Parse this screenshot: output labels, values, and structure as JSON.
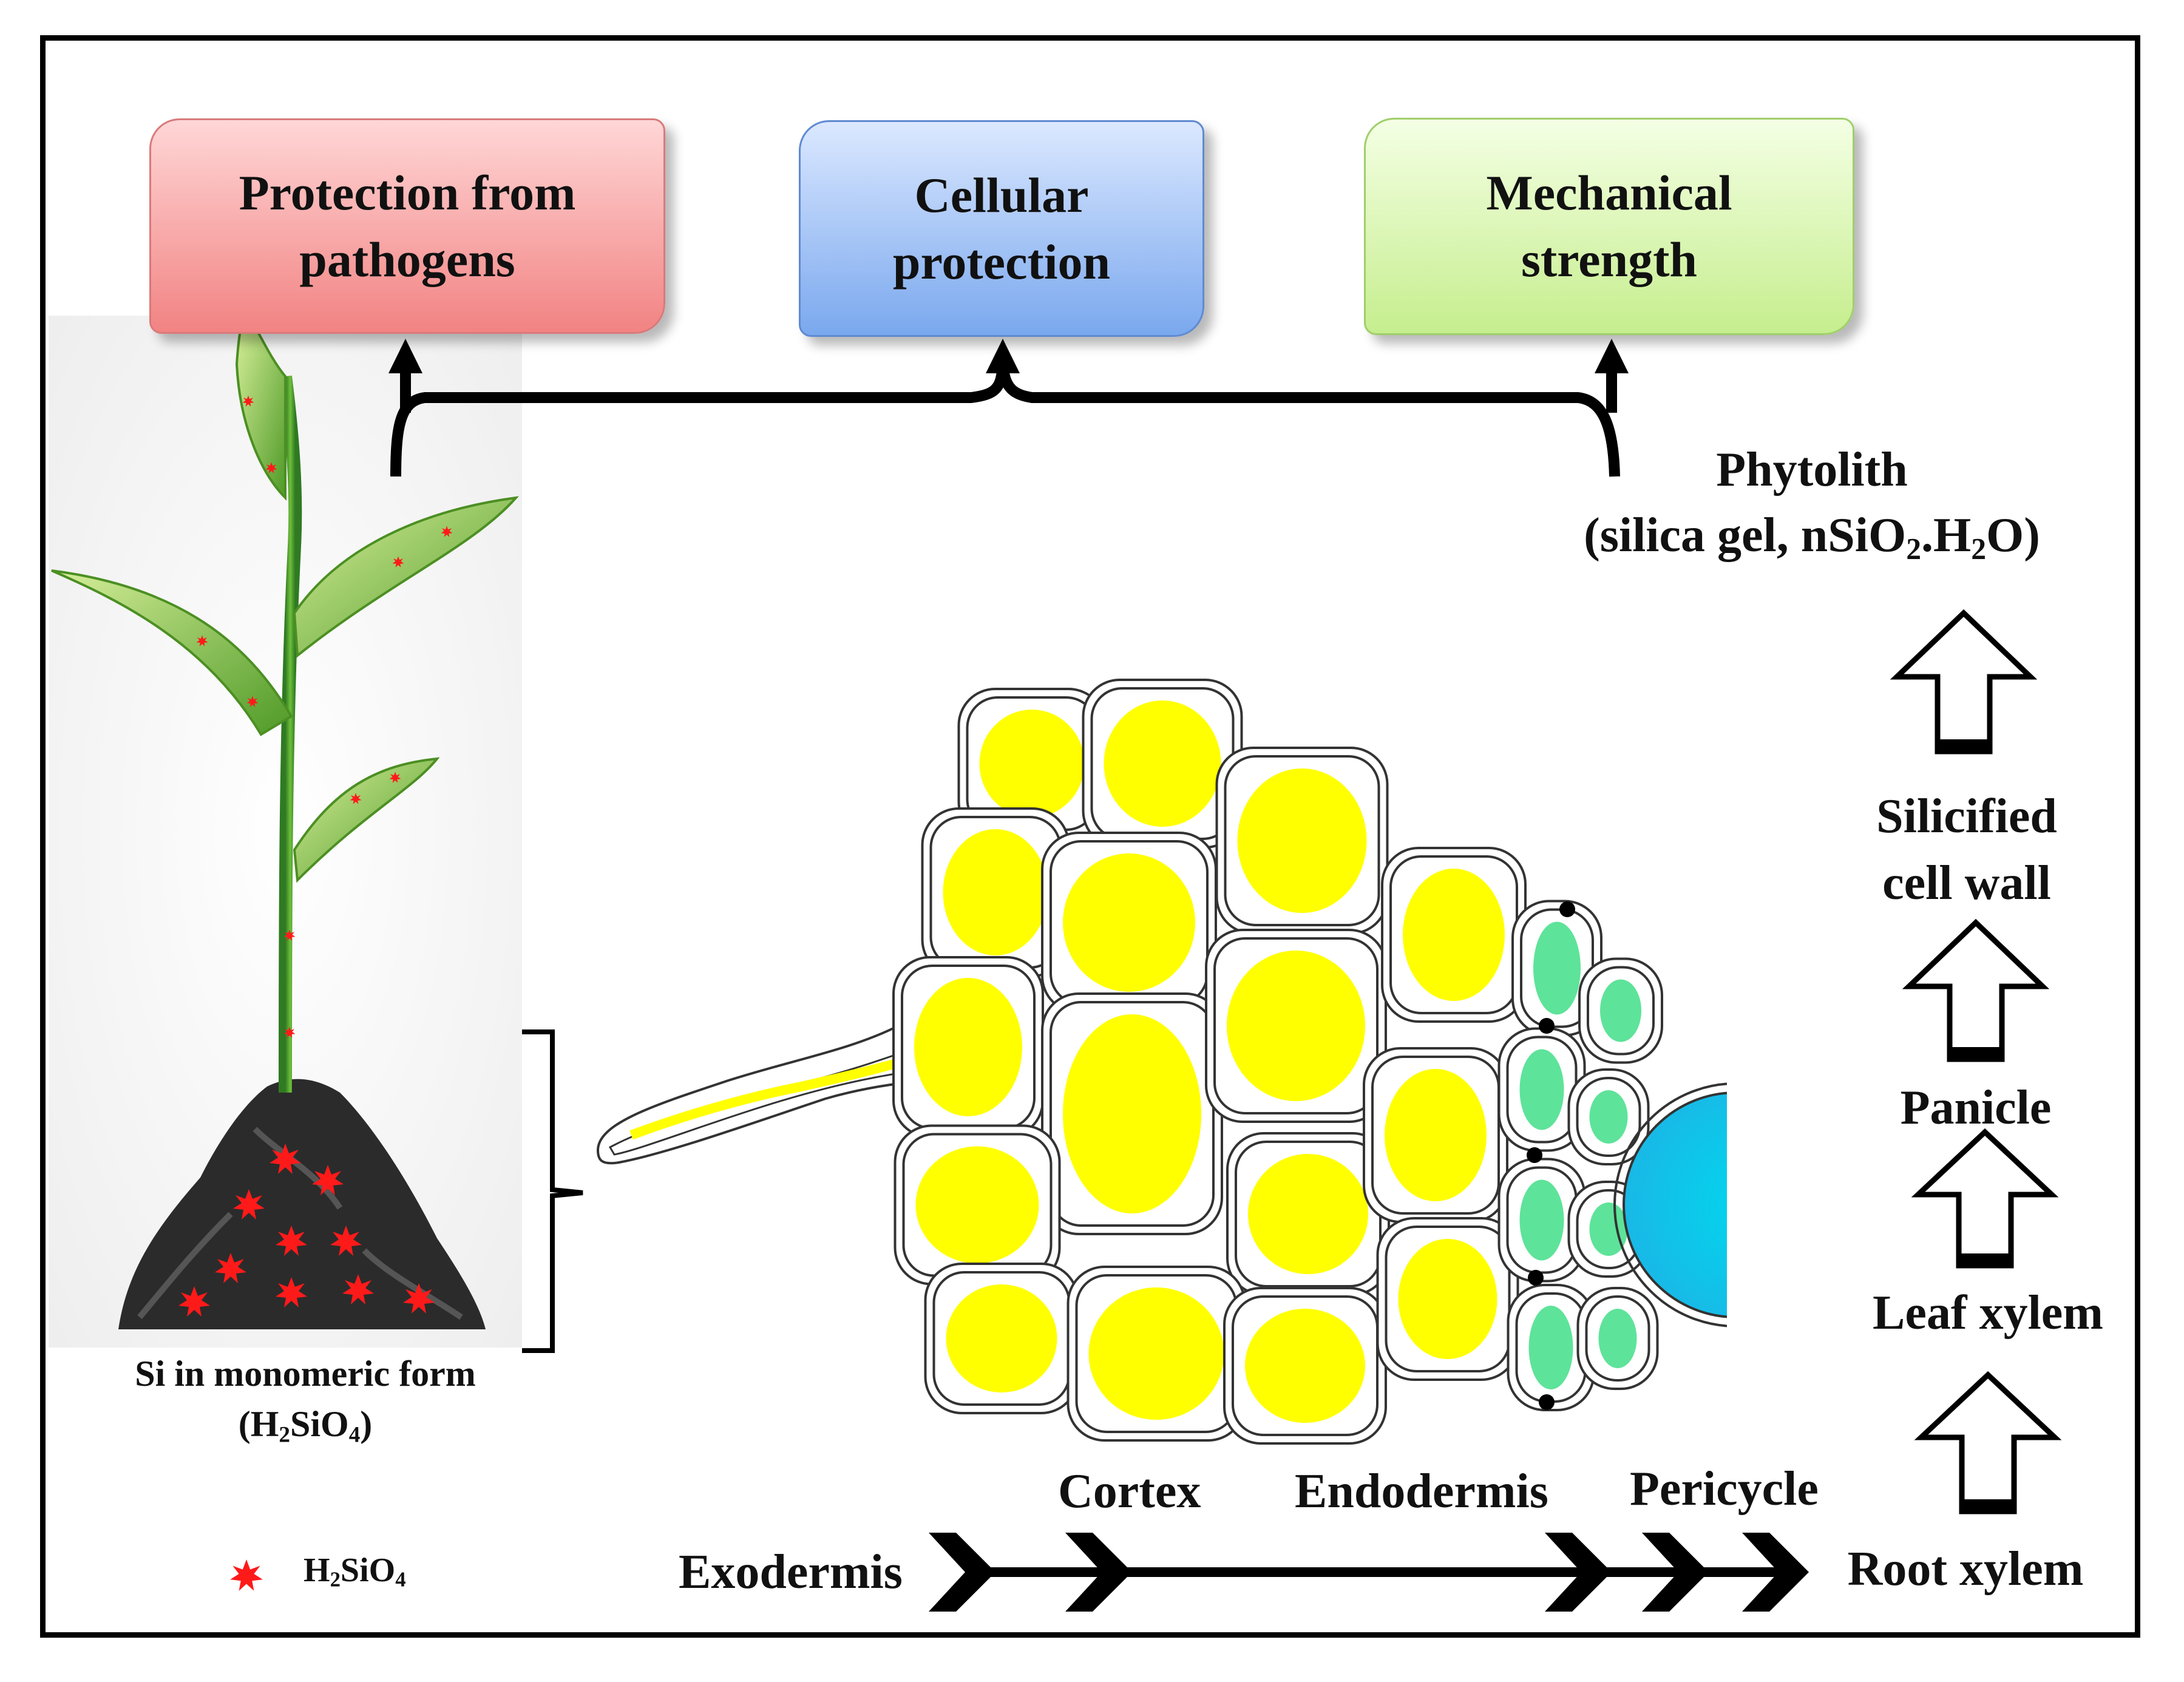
{
  "boxes": {
    "pathogens": "Protection from pathogens",
    "cellular": "Cellular protection",
    "mechanical": "Mechanical strength"
  },
  "pathway": {
    "phytolith": "Phytolith",
    "phytolith_formula": "(silica gel, nSiO",
    "phytolith_formula_sub1": "2",
    "phytolith_formula_mid": ".H",
    "phytolith_formula_sub2": "2",
    "phytolith_formula_end": "O)",
    "silicified_line1": "Silicified",
    "silicified_line2": "cell wall",
    "panicle": "Panicle",
    "leaf_xylem": "Leaf xylem",
    "root_xylem": "Root xylem"
  },
  "tissues": {
    "exodermis": "Exodermis",
    "cortex": "Cortex",
    "endodermis": "Endodermis",
    "pericycle": "Pericycle"
  },
  "soil": {
    "caption_line1": "Si in monomeric form",
    "caption_open": "(H",
    "caption_sub1": "2",
    "caption_mid": "SiO",
    "caption_sub2": "4",
    "caption_close": ")"
  },
  "legend": {
    "prefix": "H",
    "sub1": "2",
    "mid": "SiO",
    "sub2": "4"
  },
  "colors": {
    "cell_fill": "#ffff00",
    "vessel_fill": "#00e0f0",
    "pericycle_fill": "#5ee39a",
    "marker": "#ff1a1a"
  }
}
